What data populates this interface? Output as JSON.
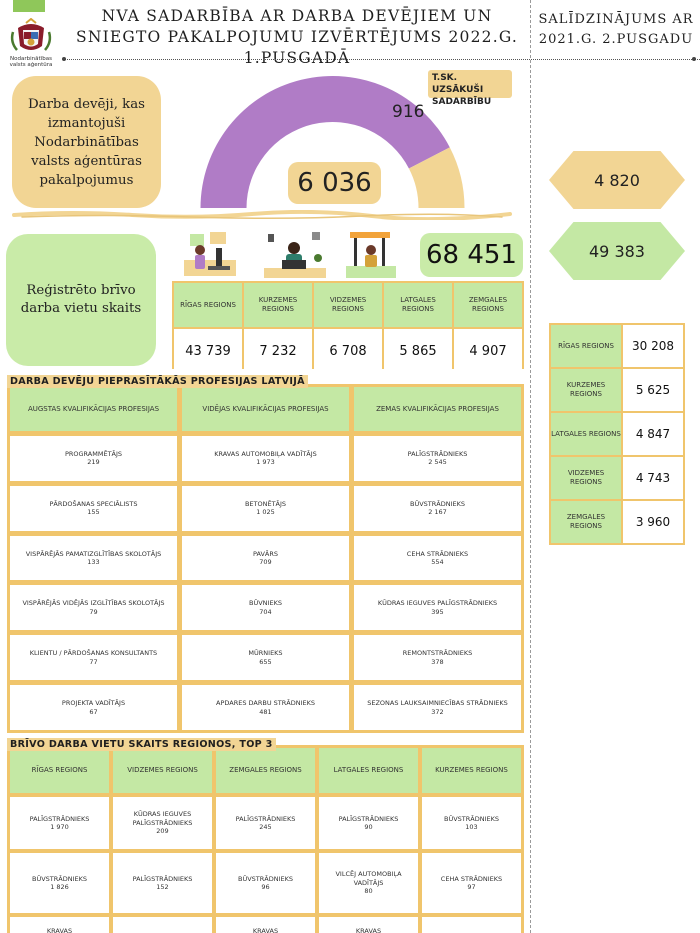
{
  "header": {
    "agency_caption": "Nodarbinātības valsts aģentūra",
    "title": "NVA SADARBĪBA AR DARBA DEVĒJIEM UN SNIEGTO PAKALPOJUMU IZVĒRTĒJUMS 2022.G. 1.PUSGADĀ",
    "comparison_title": "SALĪDZINĀJUMS AR 2021.G. 2.PUSGADU"
  },
  "employers": {
    "label": "Darba devēji, kas izmantojuši Nodarbinātības valsts aģentūras pakalpojumus",
    "total": "6 036",
    "new_cooperation_label": "T.SK. UZSĀKUŠI SADARBĪBU",
    "new_cooperation": "916",
    "new_cooperation_share": 0.1518,
    "gauge_colors": {
      "main": "#b07cc6",
      "new": "#f2d594"
    }
  },
  "comparison": {
    "employers_prev": "4 820",
    "vacancies_prev": "49 383",
    "regions": [
      {
        "name": "RĪGAS REGIONS",
        "value": "30 208"
      },
      {
        "name": "KURZEMES REGIONS",
        "value": "5 625"
      },
      {
        "name": "LATGALES REGIONS",
        "value": "4 847"
      },
      {
        "name": "VIDZEMES REGIONS",
        "value": "4 743"
      },
      {
        "name": "ZEMGALES REGIONS",
        "value": "3 960"
      }
    ]
  },
  "vacancies": {
    "label": "Reģistrēto brīvo darba vietu skaits",
    "total": "68 451",
    "regions": [
      {
        "name": "RĪGAS REGIONS",
        "value": "43 739"
      },
      {
        "name": "KURZEMES REGIONS",
        "value": "7 232"
      },
      {
        "name": "VIDZEMES REGIONS",
        "value": "6 708"
      },
      {
        "name": "LATGALES REGIONS",
        "value": "5 865"
      },
      {
        "name": "ZEMGALES REGIONS",
        "value": "4 907"
      }
    ]
  },
  "professions": {
    "section_title": "DARBA DEVĒJU PIEPRASĪTĀKĀS PROFESIJAS LATVIJĀ",
    "headers": [
      "AUGSTAS KVALIFIKĀCIJAS PROFESIJAS",
      "VIDĒJAS KVALIFIKĀCIJAS PROFESIJAS",
      "ZEMAS KVALIFIKĀCIJAS PROFESIJAS"
    ],
    "rows": [
      [
        {
          "name": "PROGRAMMĒTĀJS",
          "value": "219"
        },
        {
          "name": "KRAVAS AUTOMOBIĻA VADĪTĀJS",
          "value": "1 973"
        },
        {
          "name": "PALĪGSTRĀDNIEKS",
          "value": "2 545"
        }
      ],
      [
        {
          "name": "PĀRDOŠANAS SPECIĀLISTS",
          "value": "155"
        },
        {
          "name": "BETONĒTĀJS",
          "value": "1 025"
        },
        {
          "name": "BŪVSTRĀDNIEKS",
          "value": "2 167"
        }
      ],
      [
        {
          "name": "VISPĀRĒJĀS PAMATIZGLĪTĪBAS SKOLOTĀJS",
          "value": "133"
        },
        {
          "name": "PAVĀRS",
          "value": "709"
        },
        {
          "name": "CEHA STRĀDNIEKS",
          "value": "554"
        }
      ],
      [
        {
          "name": "VISPĀRĒJĀS VIDĒJĀS IZGLĪTĪBAS SKOLOTĀJS",
          "value": "79"
        },
        {
          "name": "BŪVNIEKS",
          "value": "704"
        },
        {
          "name": "KŪDRAS IEGUVES PALĪGSTRĀDNIEKS",
          "value": "395"
        }
      ],
      [
        {
          "name": "KLIENTU / PĀRDOŠANAS KONSULTANTS",
          "value": "77"
        },
        {
          "name": "MŪRNIEKS",
          "value": "655"
        },
        {
          "name": "REMONTSTRĀDNIEKS",
          "value": "378"
        }
      ],
      [
        {
          "name": "PROJEKTA VADĪTĀJS",
          "value": "67"
        },
        {
          "name": "APDARES DARBU STRĀDNIEKS",
          "value": "481"
        },
        {
          "name": "SEZONAS LAUKSAIMNIECĪBAS STRĀDNIEKS",
          "value": "372"
        }
      ]
    ]
  },
  "top_regions": {
    "section_title": "BRĪVO DARBA VIETU SKAITS REGIONOS, TOP 3",
    "headers": [
      "RĪGAS REGIONS",
      "VIDZEMES REGIONS",
      "ZEMGALES REGIONS",
      "LATGALES REGIONS",
      "KURZEMES REGIONS"
    ],
    "rows": [
      [
        {
          "name": "PALĪGSTRĀDNIEKS",
          "value": "1 970"
        },
        {
          "name": "KŪDRAS IEGUVES PALĪGSTRĀDNIEKS",
          "value": "209"
        },
        {
          "name": "PALĪGSTRĀDNIEKS",
          "value": "245"
        },
        {
          "name": "PALĪGSTRĀDNIEKS",
          "value": "90"
        },
        {
          "name": "BŪVSTRĀDNIEKS",
          "value": "103"
        }
      ],
      [
        {
          "name": "BŪVSTRĀDNIEKS",
          "value": "1 826"
        },
        {
          "name": "PALĪGSTRĀDNIEKS",
          "value": "152"
        },
        {
          "name": "BŪVSTRĀDNIEKS",
          "value": "96"
        },
        {
          "name": "VILCĒJ AUTOMOBIĻA VADĪTĀJS",
          "value": "80"
        },
        {
          "name": "CEHA STRĀDNIEKS",
          "value": "97"
        }
      ],
      [
        {
          "name": "KRAVAS",
          "value": ""
        },
        {
          "name": "",
          "value": ""
        },
        {
          "name": "KRAVAS",
          "value": ""
        },
        {
          "name": "KRAVAS",
          "value": ""
        },
        {
          "name": "",
          "value": ""
        }
      ]
    ]
  }
}
